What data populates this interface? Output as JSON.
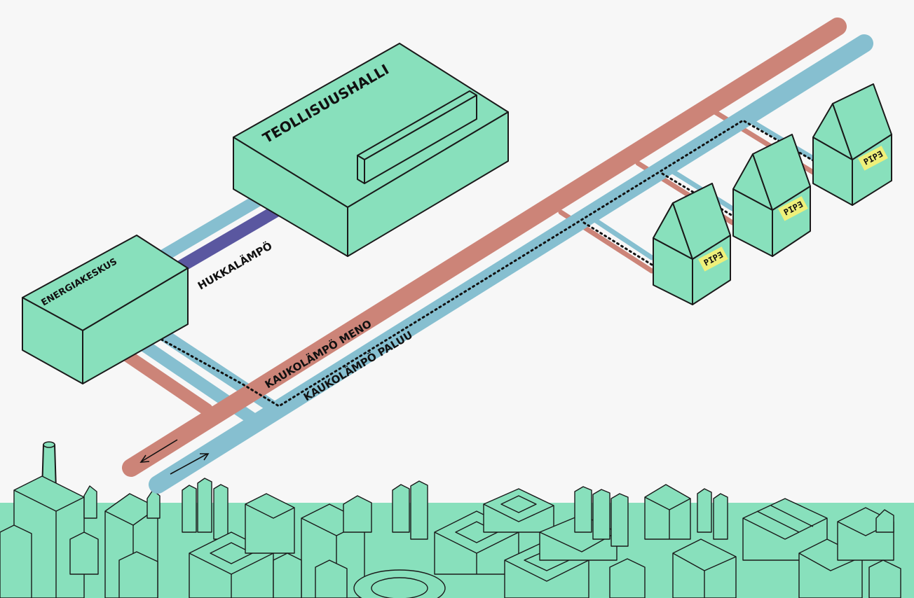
{
  "colors": {
    "background": "#f7f7f7",
    "building": "#88e0bc",
    "supply_pipe": "#cc8478",
    "return_pipe": "#86bfd0",
    "waste_heat_pipe": "#5a57a0",
    "sign": "#eef07a",
    "outline": "#1a1a1a"
  },
  "labels": {
    "industrial_hall": "TEOLLISUUSHALLI",
    "energy_center": "ENERGIAKESKUS",
    "waste_heat": "HUKKALÄMPÖ",
    "district_heat_supply": "KAUKOLÄMPÖ MENO",
    "district_heat_return": "KAUKOLÄMPÖ PALUU"
  },
  "houses": [
    {
      "sign": "PIPƎ"
    },
    {
      "sign": "PIPƎ"
    },
    {
      "sign": "PIPƎ"
    }
  ],
  "icons": {
    "supply_direction": "arrow-left-icon",
    "return_direction": "arrow-right-icon"
  }
}
